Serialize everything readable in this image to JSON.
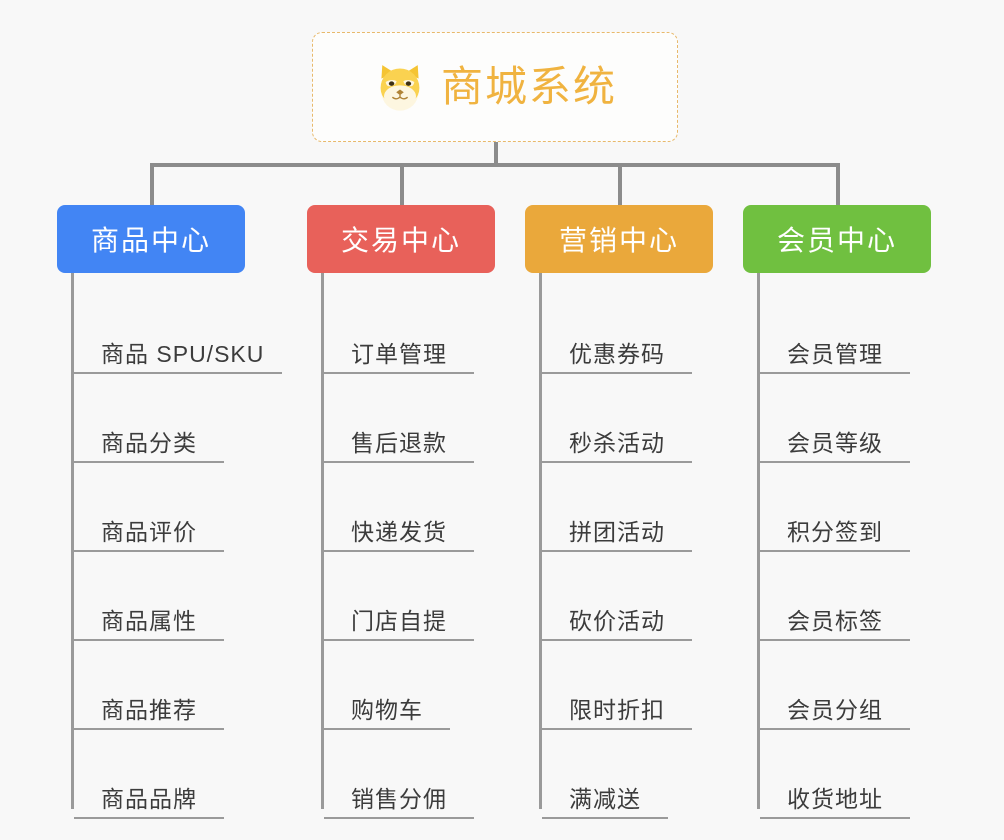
{
  "diagram": {
    "type": "mindmap",
    "background_color": "#f8f8f8",
    "root": {
      "title": "商城系统",
      "icon": "shiba-dog-face-emoji",
      "text_color": "#f0b340",
      "border_color": "#e8b96b",
      "border_style": "dashed"
    },
    "connector_color": "#8c8c8c",
    "branches": [
      {
        "label": "商品中心",
        "color": "#4285f4",
        "items": [
          {
            "label": "商品 SPU/SKU",
            "underline_width": 208
          },
          {
            "label": "商品分类",
            "underline_width": 150
          },
          {
            "label": "商品评价",
            "underline_width": 150
          },
          {
            "label": "商品属性",
            "underline_width": 150
          },
          {
            "label": "商品推荐",
            "underline_width": 150
          },
          {
            "label": "商品品牌",
            "underline_width": 150
          }
        ]
      },
      {
        "label": "交易中心",
        "color": "#e8615a",
        "items": [
          {
            "label": "订单管理",
            "underline_width": 150
          },
          {
            "label": "售后退款",
            "underline_width": 150
          },
          {
            "label": "快递发货",
            "underline_width": 150
          },
          {
            "label": "门店自提",
            "underline_width": 150
          },
          {
            "label": "购物车",
            "underline_width": 126
          },
          {
            "label": "销售分佣",
            "underline_width": 150
          }
        ]
      },
      {
        "label": "营销中心",
        "color": "#eaa83b",
        "items": [
          {
            "label": "优惠券码",
            "underline_width": 150
          },
          {
            "label": "秒杀活动",
            "underline_width": 150
          },
          {
            "label": "拼团活动",
            "underline_width": 150
          },
          {
            "label": "砍价活动",
            "underline_width": 150
          },
          {
            "label": "限时折扣",
            "underline_width": 150
          },
          {
            "label": "满减送",
            "underline_width": 126
          }
        ]
      },
      {
        "label": "会员中心",
        "color": "#70c040",
        "items": [
          {
            "label": "会员管理",
            "underline_width": 150
          },
          {
            "label": "会员等级",
            "underline_width": 150
          },
          {
            "label": "积分签到",
            "underline_width": 150
          },
          {
            "label": "会员标签",
            "underline_width": 150
          },
          {
            "label": "会员分组",
            "underline_width": 150
          },
          {
            "label": "收货地址",
            "underline_width": 150
          }
        ]
      }
    ]
  }
}
